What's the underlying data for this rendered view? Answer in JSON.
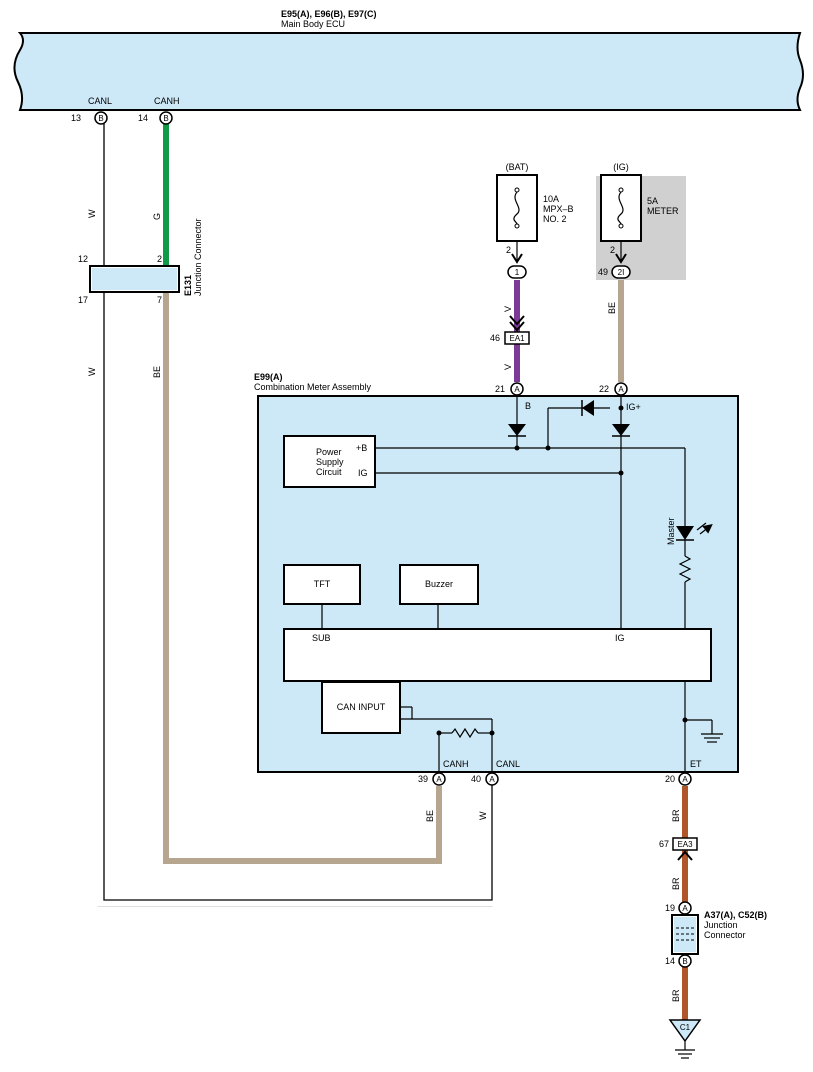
{
  "ecu": {
    "connectors": "E95(A), E96(B), E97(C)",
    "name": "Main Body ECU",
    "canl_label": "CANL",
    "canh_label": "CANH",
    "canl_pin": "13",
    "canl_conn": "B",
    "canh_pin": "14",
    "canh_conn": "B"
  },
  "junction_e131": {
    "id": "E131",
    "name": "Junction Connector",
    "pin_12": "12",
    "pin_2": "2",
    "pin_17": "17",
    "pin_7": "7"
  },
  "wire_colors": {
    "w": "W",
    "g": "G",
    "be": "BE",
    "v": "V",
    "br": "BR"
  },
  "fuse_bat": {
    "source": "(BAT)",
    "rating": "10A",
    "name_line1": "MPX–B",
    "name_line2": "NO. 2",
    "pin": "2",
    "conn_pin": "1"
  },
  "fuse_ig": {
    "source": "(IG)",
    "rating": "5A",
    "name": "METER",
    "pin": "2",
    "conn_num": "49",
    "conn_pin": "2I"
  },
  "ea1": {
    "num": "46",
    "label": "EA1"
  },
  "meter": {
    "connector": "E99(A)",
    "name": "Combination Meter Assembly",
    "pin21": "21",
    "pin22": "22",
    "pin_conn": "A",
    "b_label": "B",
    "ig_plus": "IG+",
    "psc_line1": "Power",
    "psc_line2": "Supply",
    "psc_line3": "Circuit",
    "psc_b": "+B",
    "psc_ig": "IG",
    "master": "Master",
    "tft": "TFT",
    "buzzer": "Buzzer",
    "sub": "SUB",
    "ig": "IG",
    "can_input": "CAN INPUT",
    "canh": "CANH",
    "canl": "CANL",
    "et": "ET",
    "pin39": "39",
    "pin40": "40",
    "pin20": "20"
  },
  "ea3": {
    "num": "67",
    "label": "EA3"
  },
  "junction_a37": {
    "connectors": "A37(A), C52(B)",
    "line1": "Junction",
    "line2": "Connector",
    "pin19": "19",
    "conn19": "A",
    "pin14": "14",
    "conn14": "B"
  },
  "ground": {
    "label": "C1"
  },
  "colors": {
    "ecu_fill": "#cde9f7",
    "meter_fill": "#cde9f7",
    "fuse_ig_bg": "#d0d0d0",
    "wire_green": "#119a48",
    "wire_tan": "#b6a690",
    "wire_purple": "#7b3a95",
    "wire_brown": "#b0562b"
  }
}
